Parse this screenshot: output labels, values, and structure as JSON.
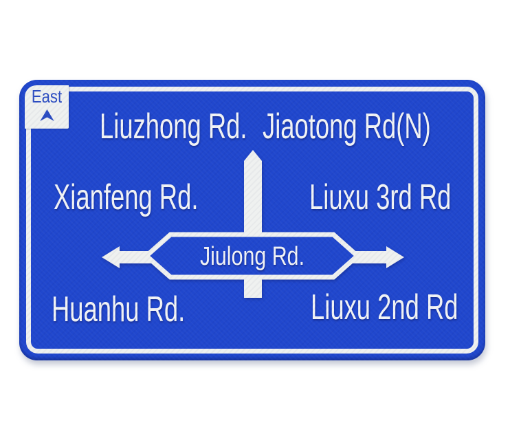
{
  "sign": {
    "direction_tab": {
      "label": "East",
      "arrow_icon": "arrow-up-icon"
    },
    "roads": {
      "top_left": "Liuzhong Rd.",
      "top_right": "Jiaotong Rd(N)",
      "middle_left": "Xianfeng Rd.",
      "middle_right": "Liuxu 3rd Rd",
      "bottom_left": "Huanhu Rd.",
      "bottom_right": "Liuxu 2nd Rd",
      "center": "Jiulong Rd."
    },
    "colors": {
      "sign_blue": "#2047cd",
      "sign_white": "#eff1f0",
      "tab_text_blue": "#2b4cc2"
    }
  }
}
